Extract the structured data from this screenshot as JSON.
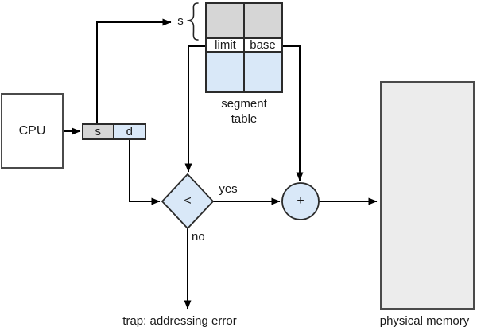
{
  "diagram": {
    "cpu": {
      "label": "CPU"
    },
    "logical_address_register": {
      "segment_field": "s",
      "offset_field": "d"
    },
    "segment_index_label": "s",
    "segment_table": {
      "caption": "segment table",
      "columns": [
        "limit",
        "base"
      ]
    },
    "comparator": {
      "symbol": "<",
      "yes_label": "yes",
      "no_label": "no"
    },
    "adder": {
      "symbol": "+"
    },
    "trap_message": "trap: addressing error",
    "physical_memory": {
      "label": "physical memory"
    },
    "colors": {
      "shaded_cell_gray": "#d6d6d6",
      "shaded_cell_blue": "#d9e8f8",
      "physical_memory_fill": "#ececec",
      "line_black": "#000000"
    }
  }
}
